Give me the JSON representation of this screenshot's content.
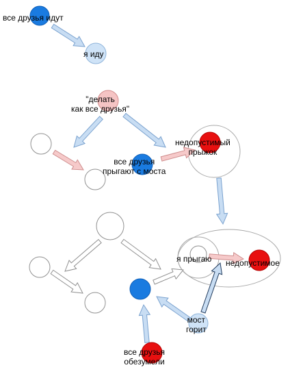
{
  "colors": {
    "blue_node": "#1a7be0",
    "blue_node_edge": "#1060b8",
    "light_blue_node": "#cfe3f7",
    "light_blue_edge": "#8fb4da",
    "red_node": "#e81010",
    "red_node_edge": "#b40000",
    "pink_node": "#f5c4c4",
    "pink_edge": "#d28a8a",
    "white_node_edge": "#909090",
    "blue_arrow_fill": "#c8ddf3",
    "blue_arrow_edge": "#7aa2cf",
    "pink_arrow_fill": "#f6caca",
    "pink_arrow_edge": "#cf8e8e",
    "outline_arrow_edge": "#8f8f8f",
    "ellipse_edge": "#a8a8a8"
  },
  "labels": {
    "friends_go": "все друзья идут",
    "i_go": "я иду",
    "do_like_friends": "\"делать\nкак все друзья\"",
    "friends_jump": "все друзья\nпрыгают с моста",
    "unacceptable_jump": "недопустимый\nпрыжок",
    "i_jump": "я прыгаю",
    "unacceptable": "недопустимое",
    "bridge_burning": "мост\nгорит",
    "friends_crazy": "все друзья\nобезумели"
  }
}
